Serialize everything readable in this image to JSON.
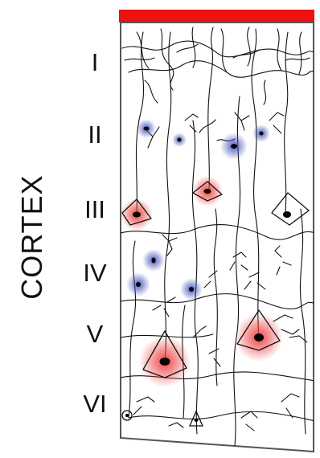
{
  "diagram": {
    "title": "CORTEX",
    "layers": [
      "I",
      "II",
      "III",
      "IV",
      "V",
      "VI"
    ],
    "colors": {
      "top_bar": "#ee1111",
      "pyramidal_glow": "#ef3b3b",
      "stellate_glow": "#3a48b8",
      "neuron_body": "#000000",
      "outline": "#555555"
    }
  }
}
